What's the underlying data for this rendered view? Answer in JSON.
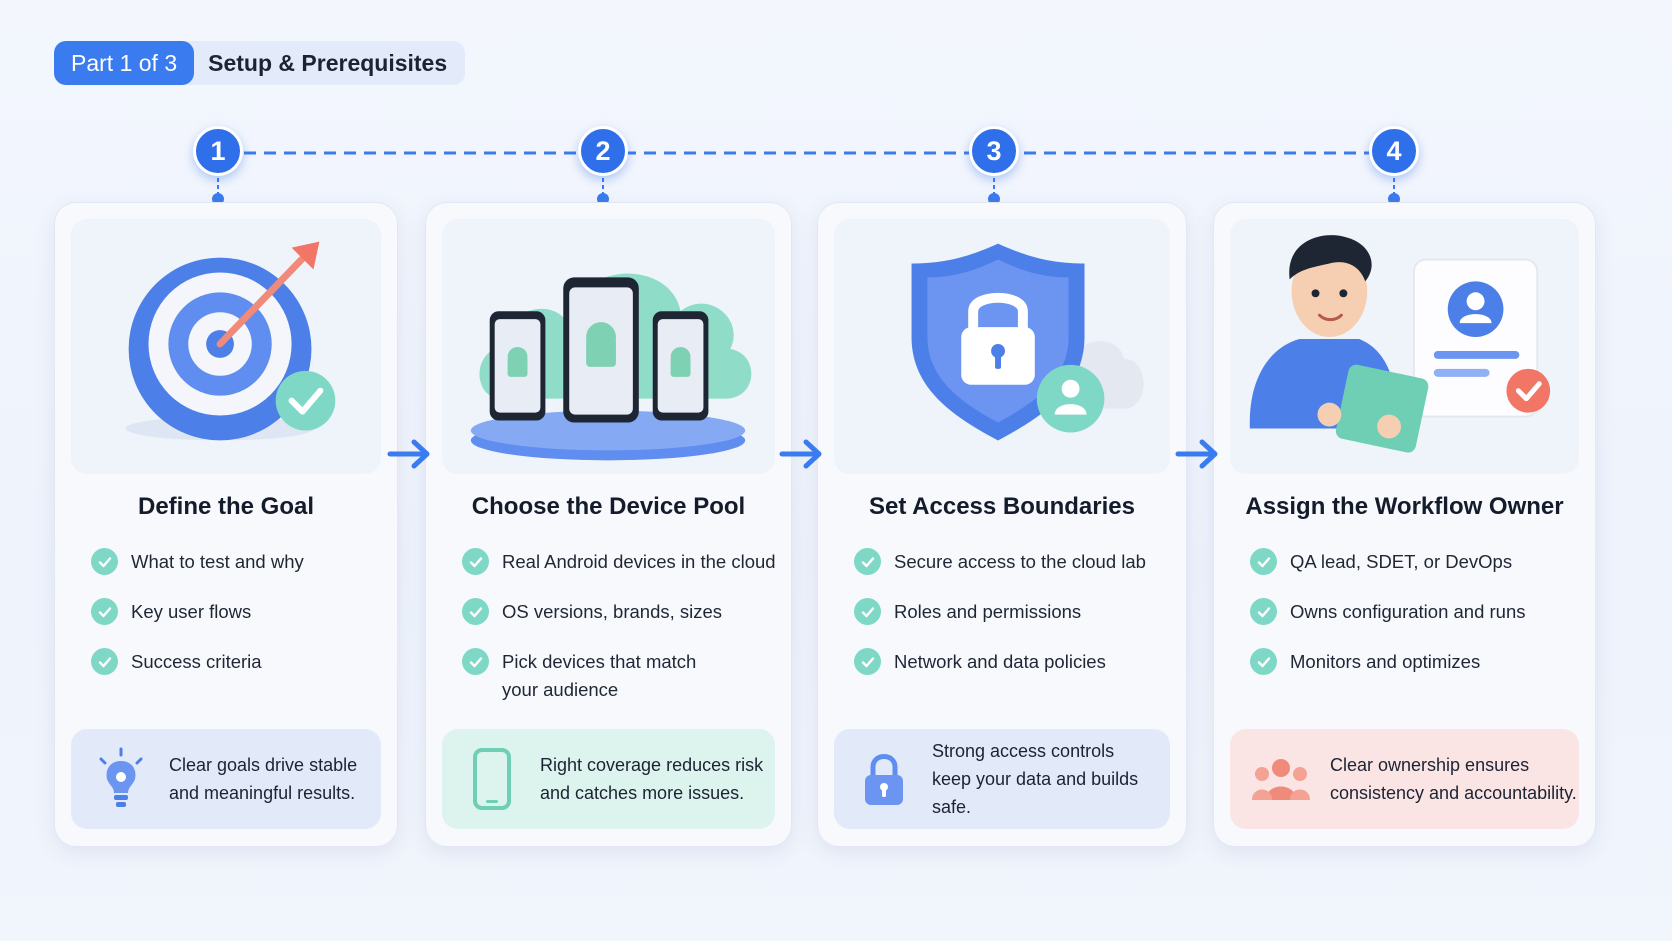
{
  "header": {
    "part_label": "Part 1 of 3",
    "title": "Setup & Prerequisites"
  },
  "colors": {
    "accent": "#3a7bef",
    "check": "#7fd8c6",
    "blue_note": "#e2eafa",
    "teal_note": "#ddf3ee",
    "pink_note": "#fbe4e4"
  },
  "steps": [
    {
      "number": "1",
      "title": "Define the Goal",
      "illustration": "target-icon",
      "bullets": [
        "What to test and why",
        "Key user flows",
        "Success criteria"
      ],
      "note_icon": "lightbulb-icon",
      "note_line1": "Clear goals drive stable",
      "note_line2": "and meaningful results."
    },
    {
      "number": "2",
      "title": "Choose the Device Pool",
      "illustration": "devices-cloud-icon",
      "bullets": [
        "Real Android devices in the cloud",
        "OS versions, brands, sizes",
        "Pick devices that match your audience"
      ],
      "note_icon": "phone-icon",
      "note_line1": "Right coverage reduces risk",
      "note_line2": "and catches more issues."
    },
    {
      "number": "3",
      "title": "Set Access Boundaries",
      "illustration": "shield-lock-icon",
      "bullets": [
        "Secure access to the cloud lab",
        "Roles and permissions",
        "Network and data policies"
      ],
      "note_icon": "lock-icon",
      "note_line1": "Strong access controls",
      "note_line2": "keep your data and builds safe."
    },
    {
      "number": "4",
      "title": "Assign the Workflow Owner",
      "illustration": "owner-person-icon",
      "bullets": [
        "QA lead, SDET, or DevOps",
        "Owns configuration and runs",
        "Monitors and optimizes"
      ],
      "note_icon": "team-icon",
      "note_line1": "Clear ownership ensures",
      "note_line2": "consistency and accountability."
    }
  ]
}
